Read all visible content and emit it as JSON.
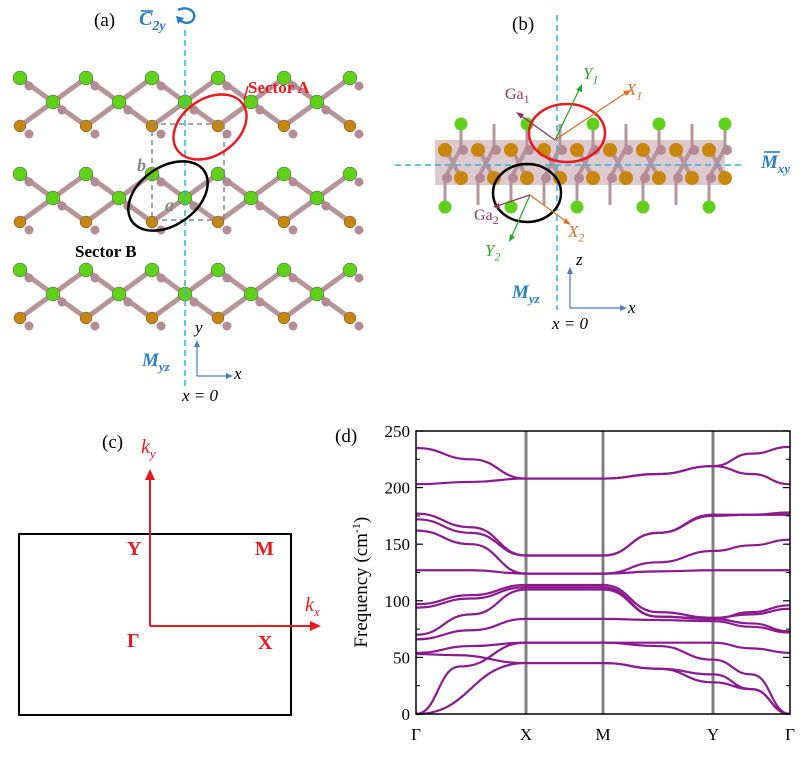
{
  "panels": {
    "a": {
      "label": "(a)",
      "symmetry_c": "C",
      "symmetry_c_sub": "2y",
      "sector_a": "Sector A",
      "sector_b": "Sector B",
      "lat_a": "a",
      "lat_b": "b",
      "mirror_m": "M",
      "mirror_m_sub": "yz",
      "axis_y": "y",
      "axis_x": "x",
      "x_eq": "x = 0"
    },
    "b": {
      "label": "(b)",
      "y1": "Y",
      "y1_sub": "1",
      "x1": "X",
      "x1_sub": "1",
      "ga1": "Ga",
      "ga1_sub": "1",
      "ga2": "Ga",
      "ga2_sub": "2",
      "y2": "Y",
      "y2_sub": "2",
      "x2": "X",
      "x2_sub": "2",
      "mirror_mxy": "M",
      "mirror_mxy_sub": "xy",
      "mirror_myz": "M",
      "mirror_myz_sub": "yz",
      "axis_z": "z",
      "axis_x": "x",
      "x_eq": "x = 0"
    },
    "c": {
      "label": "(c)",
      "ky": "k",
      "ky_sub": "y",
      "kx": "k",
      "kx_sub": "x",
      "pt_y": "Y",
      "pt_m": "M",
      "pt_g": "Γ",
      "pt_x": "X"
    },
    "d": {
      "label": "(d)"
    }
  },
  "colors": {
    "blue": "#2a7fc4",
    "red": "#e8191f",
    "purple": "#8b1a8f",
    "ga": "#c8860d",
    "bond": "#b7949c",
    "cl": "#5fd11b",
    "green_label": "#2aa82a",
    "orange_label": "#d8742a",
    "maroon_label": "#8e3a58"
  },
  "chart_data": {
    "type": "line",
    "title": "",
    "xlabel": "",
    "ylabel": "Frequency (cm-1)",
    "ylabel_main": "Frequency (cm",
    "ylabel_sup": "-1",
    "ylabel_end": ")",
    "ylim": [
      0,
      250
    ],
    "yticks": [
      "0",
      "50",
      "100",
      "150",
      "200",
      "250"
    ],
    "path_labels": [
      "Γ",
      "X",
      "M",
      "Y",
      "Γ"
    ],
    "path_positions": [
      0,
      1,
      1.7,
      2.7,
      3.4
    ],
    "series": [
      {
        "x": [
          0,
          1,
          1.7,
          2.2,
          2.7,
          3.05,
          3.4
        ],
        "y": [
          0,
          45,
          45,
          40,
          28,
          22,
          0
        ]
      },
      {
        "x": [
          0,
          0.4,
          1,
          1.7,
          2.2,
          2.7,
          3.05,
          3.4
        ],
        "y": [
          0,
          42,
          63,
          63,
          60,
          48,
          35,
          0
        ]
      },
      {
        "x": [
          0,
          0.35,
          1,
          1.7,
          2.2,
          2.7,
          3.05,
          3.4
        ],
        "y": [
          53,
          52,
          45,
          45,
          40,
          35,
          22,
          0
        ]
      },
      {
        "x": [
          0,
          0.5,
          1,
          1.7,
          2.2,
          2.7,
          3.05,
          3.4
        ],
        "y": [
          54,
          60,
          63,
          63,
          63,
          63,
          58,
          54
        ]
      },
      {
        "x": [
          0,
          0.5,
          1,
          1.7,
          2.2,
          2.7,
          3.05,
          3.4
        ],
        "y": [
          66,
          74,
          84,
          84,
          83,
          82,
          77,
          72
        ]
      },
      {
        "x": [
          0,
          0.5,
          1,
          1.7,
          2.2,
          2.7,
          3.05,
          3.4
        ],
        "y": [
          70,
          88,
          110,
          110,
          86,
          84,
          80,
          73
        ]
      },
      {
        "x": [
          0,
          0.5,
          1,
          1.7,
          2.2,
          2.7,
          3.05,
          3.4
        ],
        "y": [
          94,
          102,
          112,
          112,
          86,
          84,
          90,
          96
        ]
      },
      {
        "x": [
          0,
          0.5,
          1,
          1.7,
          2.2,
          2.7,
          3.05,
          3.4
        ],
        "y": [
          97,
          105,
          114,
          114,
          90,
          85,
          88,
          93
        ]
      },
      {
        "x": [
          0,
          0.5,
          1,
          1.7,
          2.2,
          2.7,
          3.05,
          3.4
        ],
        "y": [
          127,
          127,
          124,
          124,
          126,
          127,
          127,
          127
        ]
      },
      {
        "x": [
          0,
          0.5,
          1,
          1.7,
          2.2,
          2.7,
          3.05,
          3.4
        ],
        "y": [
          162,
          150,
          124,
          124,
          134,
          144,
          149,
          154
        ]
      },
      {
        "x": [
          0,
          0.5,
          1,
          1.7,
          2.2,
          2.7,
          3.05,
          3.4
        ],
        "y": [
          172,
          160,
          140,
          140,
          160,
          175,
          176,
          176
        ]
      },
      {
        "x": [
          0,
          0.5,
          1,
          1.7,
          2.2,
          2.7,
          3.05,
          3.4
        ],
        "y": [
          177,
          165,
          140,
          140,
          160,
          176,
          176,
          178
        ]
      },
      {
        "x": [
          0,
          0.5,
          1,
          1.7,
          2.2,
          2.7,
          3.05,
          3.4
        ],
        "y": [
          203,
          205,
          208,
          208,
          212,
          219,
          212,
          203
        ]
      },
      {
        "x": [
          0,
          0.5,
          1,
          1.7,
          2.2,
          2.7,
          3.05,
          3.4
        ],
        "y": [
          235,
          225,
          208,
          208,
          212,
          219,
          230,
          236
        ]
      }
    ]
  }
}
